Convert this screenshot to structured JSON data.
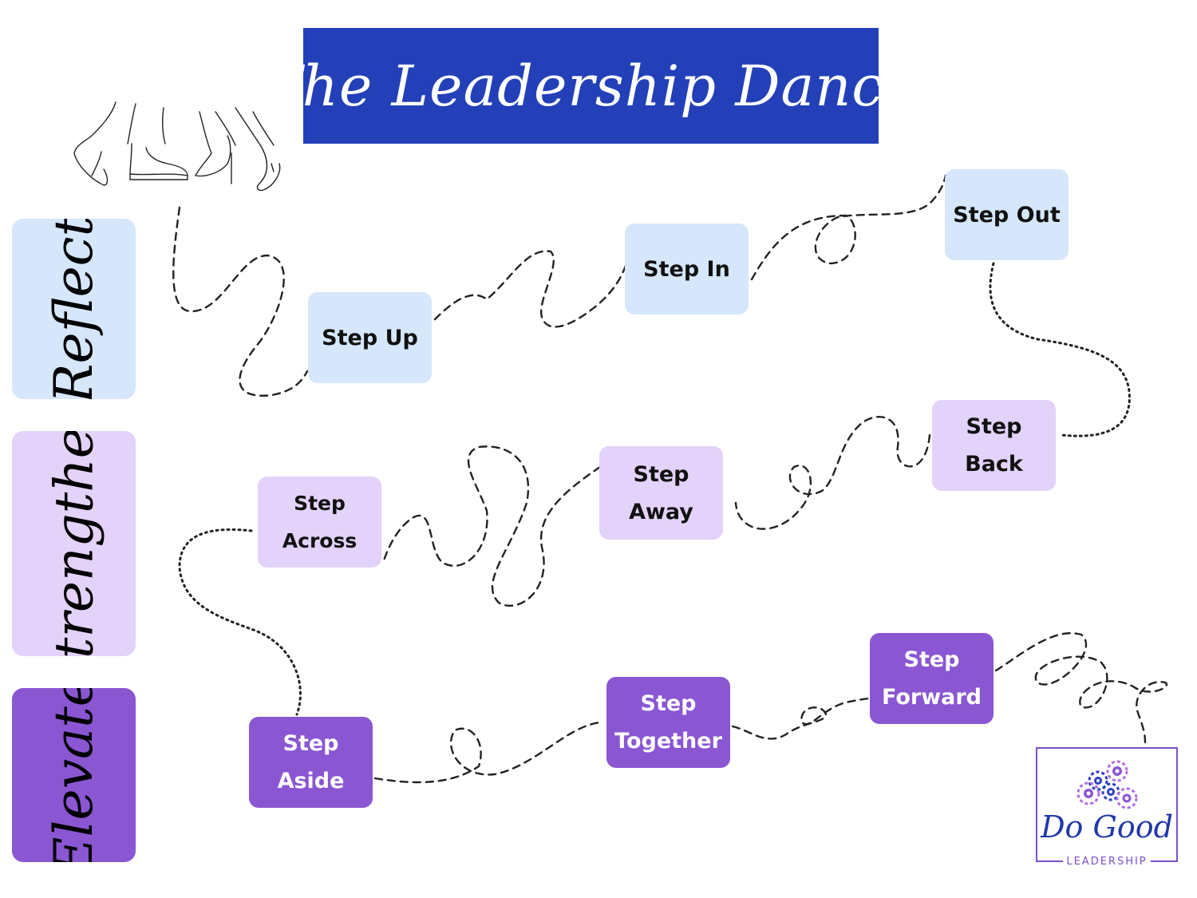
{
  "title": "The Leadership Dance",
  "phases": [
    {
      "label": "Reflect",
      "color": "#d6e6fb",
      "text_color": "#111111"
    },
    {
      "label": "Strengthen",
      "color": "#e3d2fa",
      "text_color": "#111111"
    },
    {
      "label": "Elevate",
      "color": "#8a56d2",
      "text_color": "#111111"
    }
  ],
  "steps": [
    {
      "id": "step-up",
      "lines": [
        "Step Up"
      ],
      "phase": "Reflect"
    },
    {
      "id": "step-in",
      "lines": [
        "Step In"
      ],
      "phase": "Reflect"
    },
    {
      "id": "step-out",
      "lines": [
        "Step Out"
      ],
      "phase": "Reflect"
    },
    {
      "id": "step-back",
      "lines": [
        "Step Back"
      ],
      "phase": "Strengthen"
    },
    {
      "id": "step-away",
      "lines": [
        "Step Away"
      ],
      "phase": "Strengthen"
    },
    {
      "id": "step-across",
      "lines": [
        "Step Across"
      ],
      "phase": "Strengthen"
    },
    {
      "id": "step-aside",
      "lines": [
        "Step Aside"
      ],
      "phase": "Elevate"
    },
    {
      "id": "step-together",
      "lines": [
        "Step",
        "Together"
      ],
      "phase": "Elevate"
    },
    {
      "id": "step-forward",
      "lines": [
        "Step",
        "Forward"
      ],
      "phase": "Elevate"
    }
  ],
  "logo": {
    "name": "Do Good",
    "tagline": "LEADERSHIP"
  },
  "colors": {
    "title_bg": "#2340b8",
    "reflect_box": "#d6e6fb",
    "strengthen_box": "#e3d2fa",
    "elevate_box": "#8a56d2",
    "elevate_text": "#ffffff",
    "path": "#222222"
  },
  "icons": [
    "dancing-feet-icon",
    "flower-cluster-icon"
  ]
}
